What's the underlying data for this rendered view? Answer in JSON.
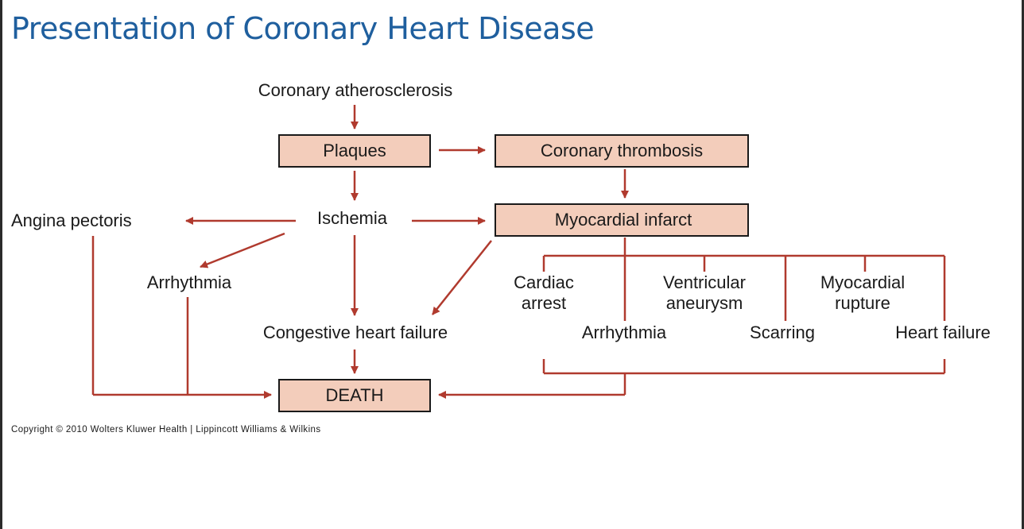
{
  "slide": {
    "title": "Presentation of Coronary Heart Disease"
  },
  "diagram": {
    "nodes": {
      "coronary_atherosclerosis": "Coronary atherosclerosis",
      "plaques": "Plaques",
      "coronary_thrombosis": "Coronary thrombosis",
      "angina_pectoris": "Angina pectoris",
      "ischemia": "Ischemia",
      "myocardial_infarct": "Myocardial infarct",
      "arrhythmia_left": "Arrhythmia",
      "congestive_heart_failure": "Congestive heart failure",
      "cardiac_arrest_l1": "Cardiac",
      "cardiac_arrest_l2": "arrest",
      "ventricular_aneurysm_l1": "Ventricular",
      "ventricular_aneurysm_l2": "aneurysm",
      "myocardial_rupture_l1": "Myocardial",
      "myocardial_rupture_l2": "rupture",
      "arrhythmia_right": "Arrhythmia",
      "scarring": "Scarring",
      "heart_failure": "Heart failure",
      "death": "DEATH"
    },
    "copyright": "Copyright © 2010 Wolters Kluwer Health | Lippincott Williams & Wilkins",
    "colors": {
      "box_fill": "#f3cdbb",
      "arrow": "#b03a2e",
      "title": "#1f5f9e"
    }
  }
}
